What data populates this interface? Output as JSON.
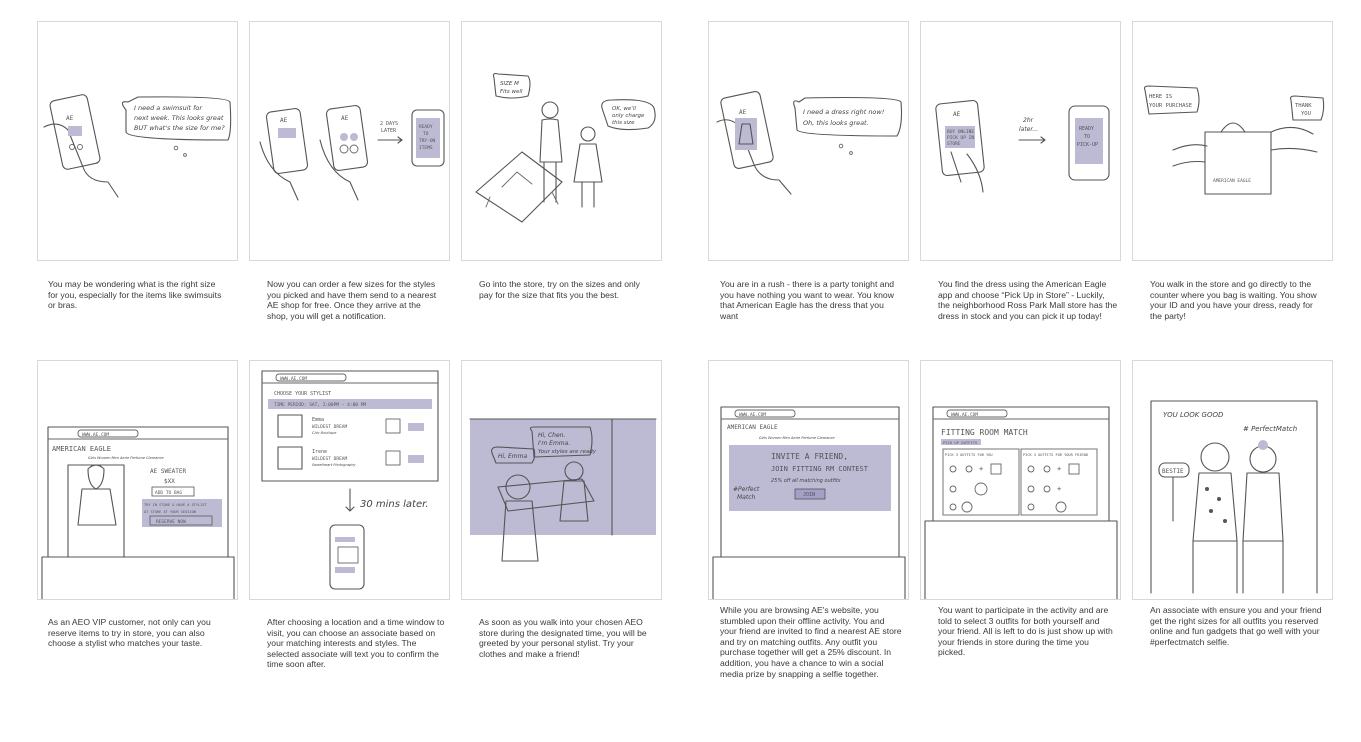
{
  "accent_color": "#bdbad4",
  "panels": [
    {
      "id": "p1",
      "sketch": {
        "phone_title": "AE",
        "bubble_lines": [
          "I need a swimsuit for",
          "next week. This looks great",
          "BUT what's the size for me?"
        ]
      },
      "caption": "You may be wondering what is the right size for you, especially for the items like swimsuits or bras."
    },
    {
      "id": "p2",
      "sketch": {
        "phone_title": "AE",
        "arrow_label_lines": [
          "2 DAYS",
          "LATER"
        ],
        "ready_lines": [
          "READY",
          "TO",
          "TRY-ON",
          "ITEMS"
        ]
      },
      "caption": "Now you can order a few sizes for the styles you picked and have them send to a nearest AE shop for free. Once they arrive at the shop, you will get a notification."
    },
    {
      "id": "p3",
      "sketch": {
        "fit_bubble_lines": [
          "SIZE M",
          "Fits well"
        ],
        "clerk_bubble_lines": [
          "OK, we'll",
          "only charge",
          "this size"
        ]
      },
      "caption": "Go into the store, try on the sizes and only pay for the size that fits you the best."
    },
    {
      "id": "p4",
      "sketch": {
        "phone_title": "AE",
        "bubble_lines": [
          "I need a dress right now!",
          "Oh, this looks great."
        ]
      },
      "caption": "You are in a rush - there is a party tonight and you have nothing you want to wear.  You know that American Eagle has the dress that you want"
    },
    {
      "id": "p5",
      "sketch": {
        "phone_title": "AE",
        "button_lines": [
          "BUY ONLINE",
          "PICK UP IN",
          "STORE"
        ],
        "arrow_label_lines": [
          "2hr",
          "later..."
        ],
        "ready_lines": [
          "READY",
          "TO",
          "PICK-UP"
        ]
      },
      "caption": "You find the dress using the American Eagle app and choose “Pick Up in Store” - Luckily, the neighborhood Ross Park Mall store has the dress in stock and you can pick it up today!"
    },
    {
      "id": "p6",
      "sketch": {
        "purchase_lines": [
          "HERE IS",
          "YOUR PURCHASE"
        ],
        "thanks_lines": [
          "THANK",
          "YOU"
        ],
        "bag_label": "AMERICAN EAGLE"
      },
      "caption": "You walk in the store and go directly to the counter where you bag is waiting. You show your ID and you have your dress, ready for the party!"
    },
    {
      "id": "p7",
      "sketch": {
        "url": "WWW.AE.COM",
        "brand": "AMERICAN EAGLE",
        "nav": "Girls  Women  Men  Aerie  Perfume  Clearance",
        "product_lines": [
          "AE SWEATER",
          "$XX"
        ],
        "add_label": "ADD TO BAG",
        "promo_lines": [
          "TRY IN STORE & HAVE A STYLIST",
          "AT STORE AT YOUR SESSION"
        ],
        "reserve_label": "RESERVE  NOW"
      },
      "caption": "As an AEO VIP customer, not only can you reserve items to try in store, you can also choose a stylist who matches your taste."
    },
    {
      "id": "p8",
      "sketch": {
        "url": "WWW.AE.COM",
        "heading": "CHOOSE YOUR STYLIST",
        "time_label": "TIME PERIOD: SAT, 2:00PM - 4:00 PM",
        "stylists": [
          {
            "name": "Emma",
            "tags": "WILDEST DREAM",
            "sub": "Chic Boutique"
          },
          {
            "name": "Irene",
            "tags": "WILDEST DREAM",
            "sub": "Sweetheart Photography"
          }
        ],
        "later_label": "30 mins later."
      },
      "caption": "After choosing a location and a time window to visit, you can choose an associate based on your matching interests and styles. The selected associate will text you to confirm the time soon after."
    },
    {
      "id": "p9",
      "sketch": {
        "greet_lines": [
          "Hi, Emma"
        ],
        "stylist_lines": [
          "Hi, Chen.",
          "I'm Emma.",
          "Your styles are ready"
        ]
      },
      "caption": "As soon as you walk into your chosen AEO store during the designated time, you will be greeted by your personal stylist. Try your clothes and make a friend!"
    },
    {
      "id": "p10",
      "sketch": {
        "url": "WWW.AE.COM",
        "brand": "AMERICAN EAGLE",
        "nav": "Girls  Women  Men  Aerie  Perfume  Clearance",
        "invite_lines": [
          "INVITE A FRIEND,",
          "JOIN FITTING RM CONTEST"
        ],
        "discount": "25% off all matching outfits",
        "hashtag_lines": [
          "#Perfect",
          "Match"
        ],
        "join_label": "JOIN"
      },
      "caption": "While you are browsing AE's website, you stumbled upon their offline activity. You and your friend are invited to find a nearest AE store and try on matching outfits. Any outfit you purchase together will get a 25% discount. In addition, you have a chance to win a social media prize by snapping a selfie together."
    },
    {
      "id": "p11",
      "sketch": {
        "url": "WWW.AE.COM",
        "heading": "FITTING ROOM MATCH",
        "sub": "PICK UP OUTFITS",
        "col_left": "PICK 3 OUTFITS FOR YOU",
        "col_right": "PICK 3 OUTFITS FOR YOUR FRIEND"
      },
      "caption": "You want to participate in the activity and are told to select 3 outfits for both yourself and your friend. All is left to do is just show up with your friends in store during the time you picked."
    },
    {
      "id": "p12",
      "sketch": {
        "top_text": "YOU LOOK GOOD",
        "hashtag": "# PerfectMatch",
        "sign": "BESTIE"
      },
      "caption": "An associate with ensure you and your friend get the right sizes for all outfits you reserved online and fun gadgets that go well with your #perfectmatch selfie."
    }
  ]
}
